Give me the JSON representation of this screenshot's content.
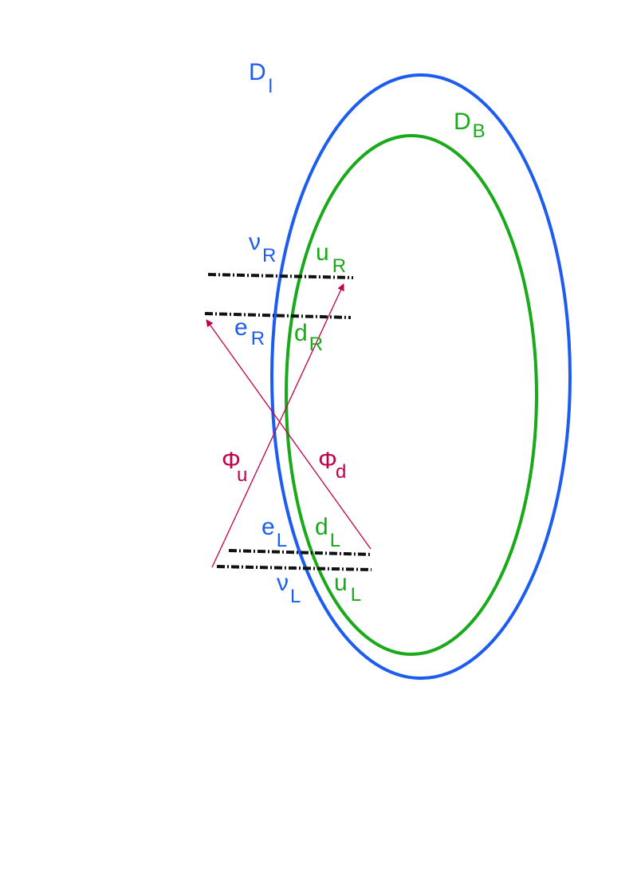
{
  "colors": {
    "brane_blue": "#1d5cf0",
    "brane_green": "#19aa19",
    "higgs": "#c0004a",
    "dashed": "#111111"
  },
  "branes": {
    "outer": {
      "main": "D",
      "sub": "l"
    },
    "inner": {
      "main": "D",
      "sub": "B"
    }
  },
  "fermions": {
    "nu_R": {
      "main": "ν",
      "sub": "R"
    },
    "u_R": {
      "main": "u",
      "sub": "R"
    },
    "e_R": {
      "main": "e",
      "sub": "R"
    },
    "d_R": {
      "main": "d",
      "sub": "R"
    },
    "e_L": {
      "main": "e",
      "sub": "L"
    },
    "d_L": {
      "main": "d",
      "sub": "L"
    },
    "nu_L": {
      "main": "ν",
      "sub": "L"
    },
    "u_L": {
      "main": "u",
      "sub": "L"
    }
  },
  "higgs": {
    "phi_u": {
      "main": "Φ",
      "sub": "u"
    },
    "phi_d": {
      "main": "Φ",
      "sub": "d"
    }
  }
}
